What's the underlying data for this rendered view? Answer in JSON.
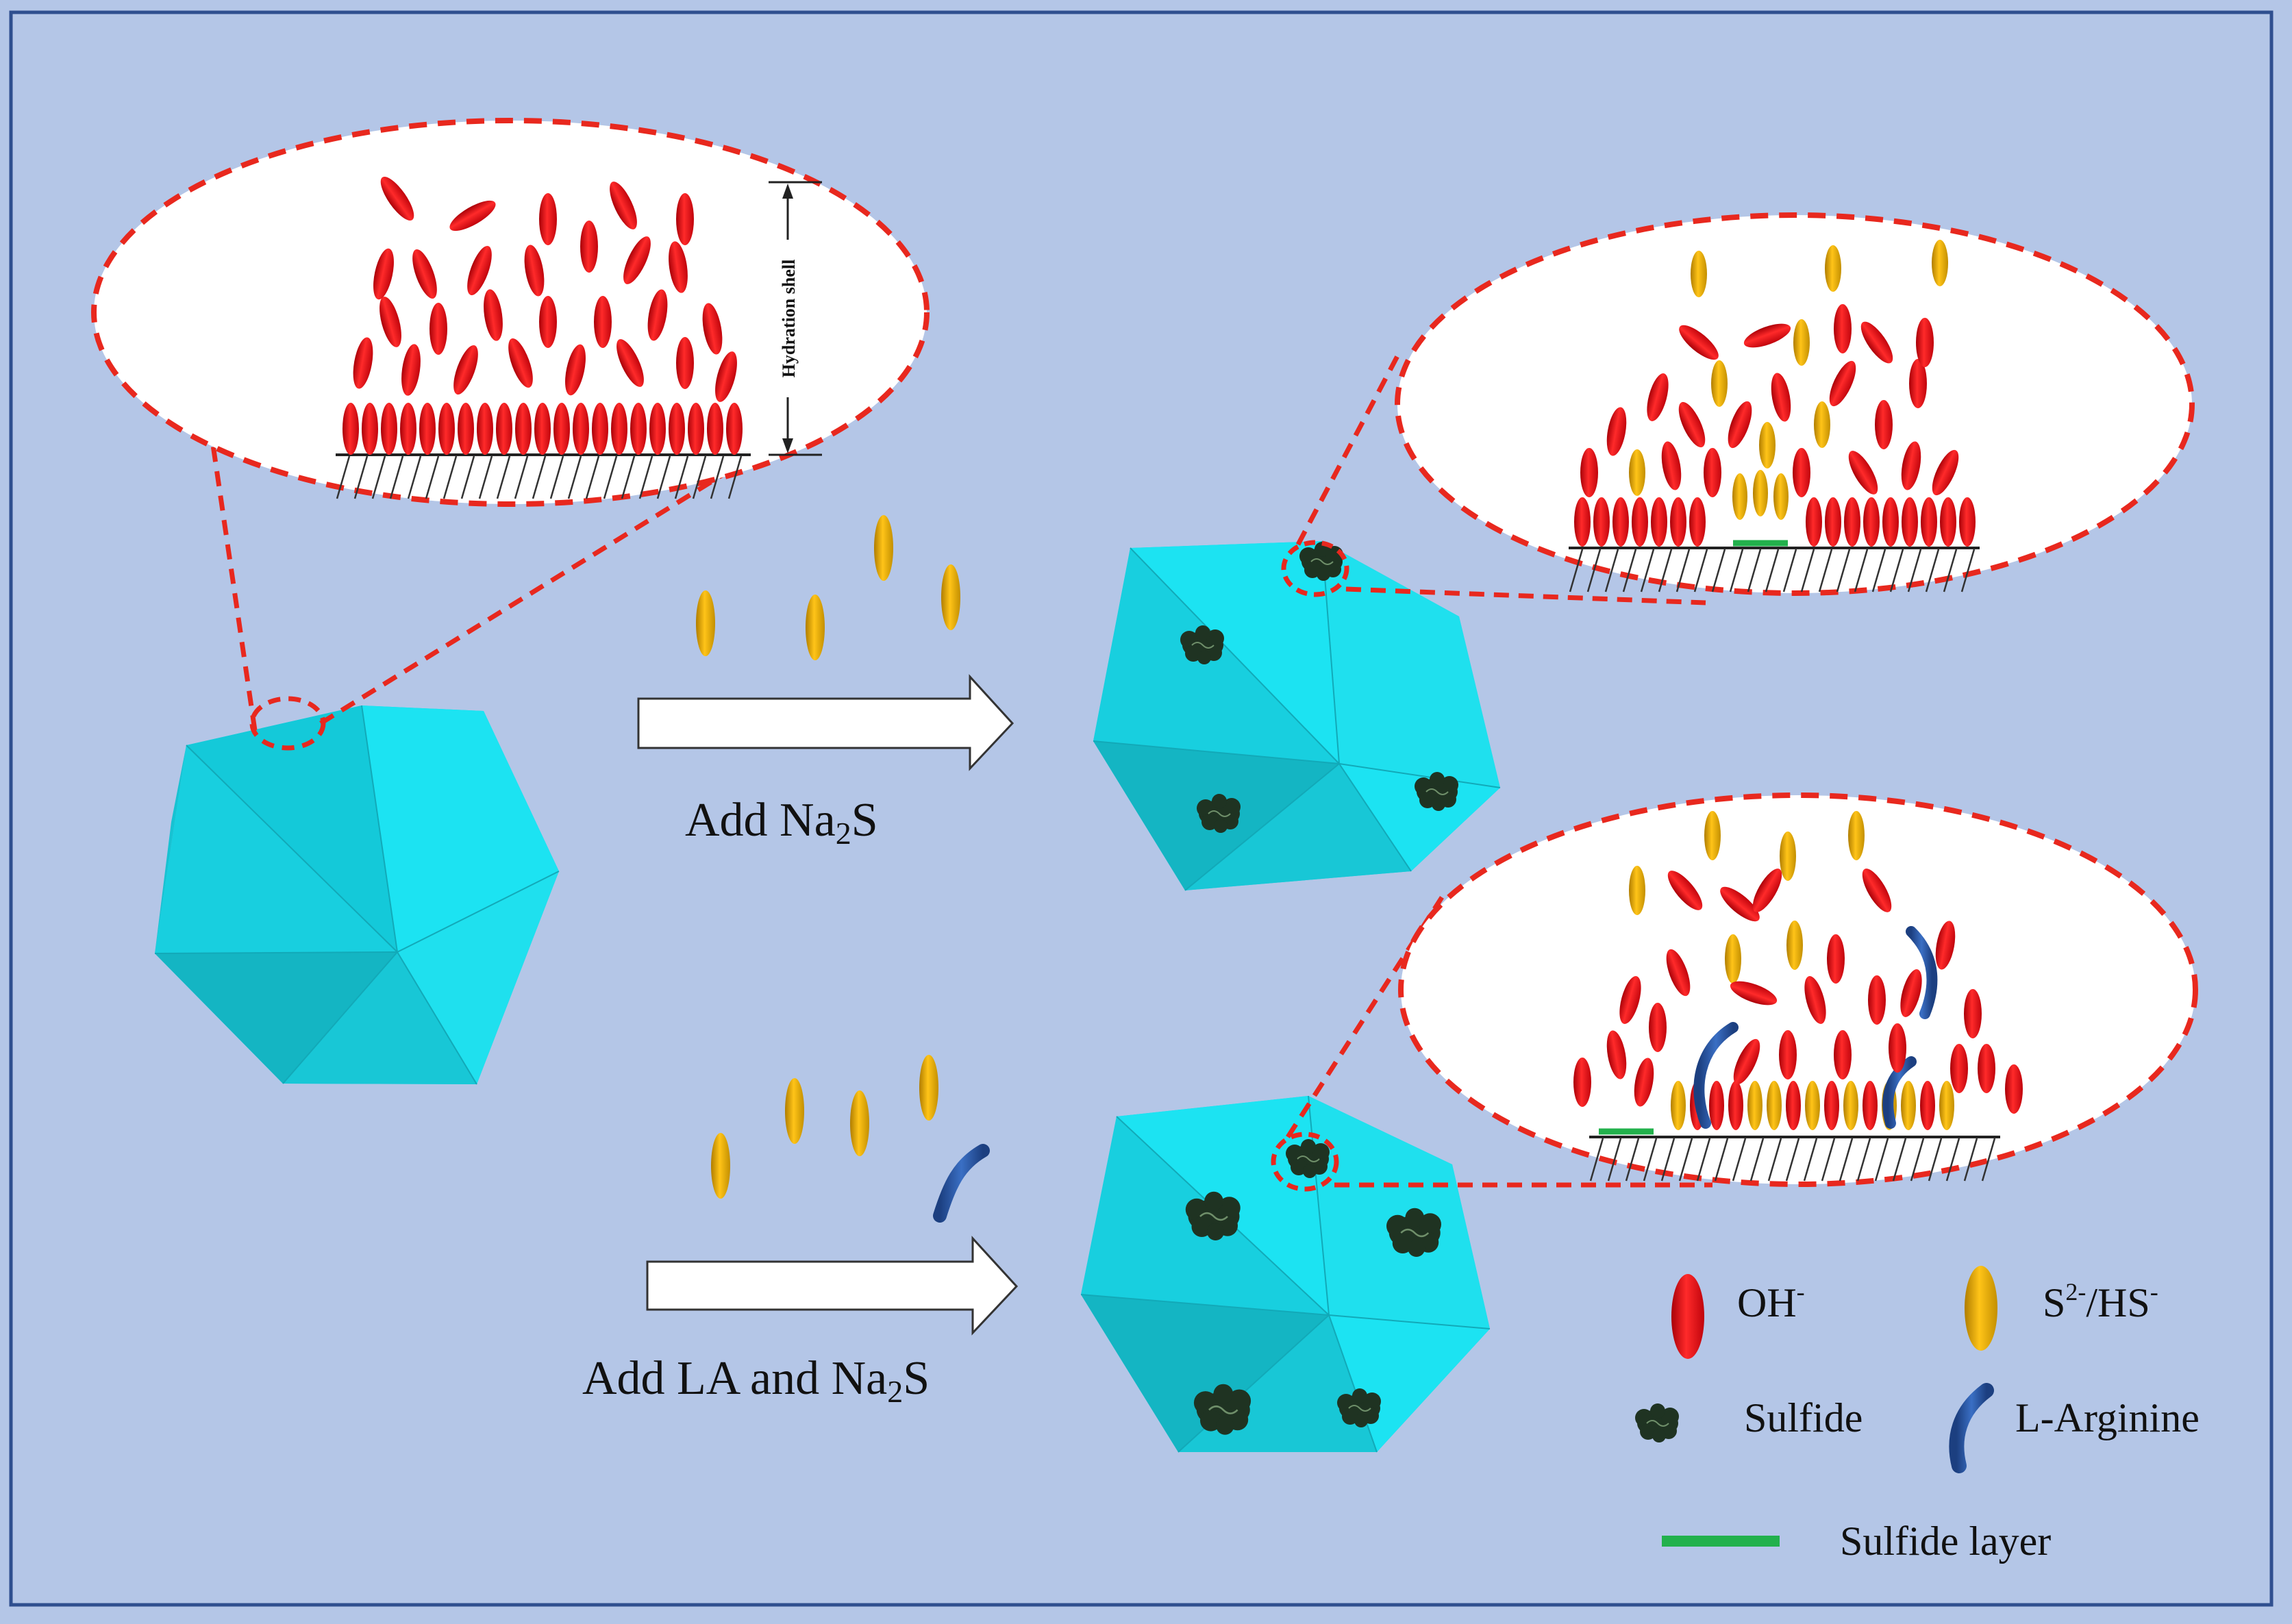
{
  "labels": {
    "hydration_shell": "Hydration shell",
    "arrow1": {
      "main": "Add Na",
      "sub": "2",
      "tail": "S"
    },
    "arrow2": {
      "main": "Add LA and Na",
      "sub": "2",
      "tail": "S"
    }
  },
  "legend": {
    "oh": {
      "main": "OH",
      "sup": "-"
    },
    "s": {
      "a": "S",
      "sup1": "2-",
      "b": "/HS",
      "sup2": "-"
    },
    "sulfide": "Sulfide",
    "arginine": "L-Arginine",
    "sulfide_layer": "Sulfide layer"
  },
  "colors": {
    "background": "#b4c6e7",
    "border": "#2f4f8f",
    "oh_ion": "#e8141a",
    "sulfide_ion": "#e6b20c",
    "polyhedron": "#19dbea",
    "sulfide_cluster": "#1f3322",
    "arginine": "#2e5aa6",
    "sulfide_layer": "#22b14c",
    "dashed_outline": "#e8281e"
  }
}
